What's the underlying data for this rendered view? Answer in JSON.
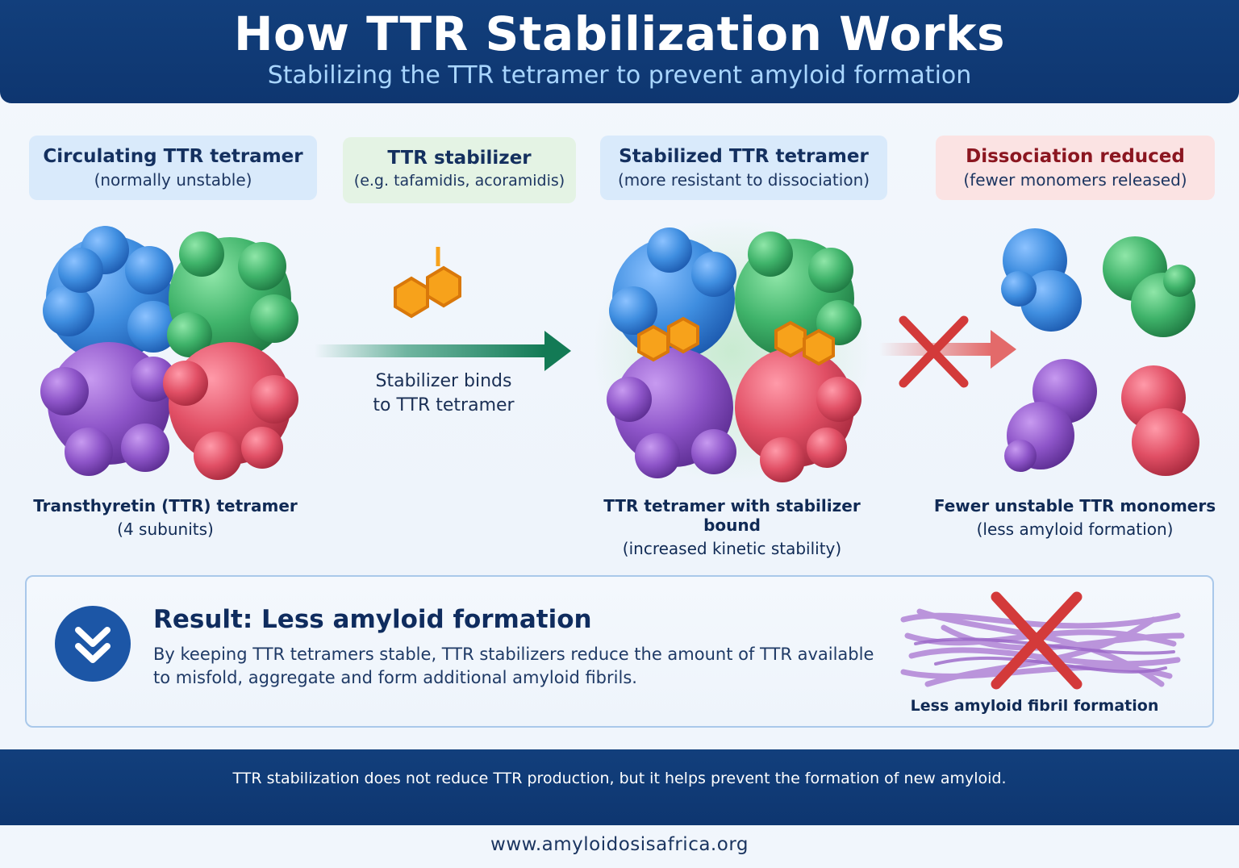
{
  "header": {
    "title": "How TTR Stabilization Works",
    "subtitle": "Stabilizing the TTR tetramer to prevent amyloid formation"
  },
  "steps": [
    {
      "heading": "Circulating TTR tetramer",
      "sub": "(normally unstable)"
    },
    {
      "heading": "TTR stabilizer",
      "sub": "(e.g. tafamidis, acoramidis)"
    },
    {
      "heading": "Stabilized TTR tetramer",
      "sub": "(more resistant to dissociation)"
    },
    {
      "heading": "Dissociation reduced",
      "sub": "(fewer monomers released)"
    }
  ],
  "arrow_label": {
    "line1": "Stabilizer binds",
    "line2": "to TTR tetramer"
  },
  "captions": [
    {
      "heading": "Transthyretin (TTR) tetramer",
      "sub": "(4 subunits)"
    },
    {
      "heading": "TTR tetramer with stabilizer bound",
      "sub": "(increased kinetic stability)"
    },
    {
      "heading": "Fewer unstable TTR monomers",
      "sub": "(less amyloid formation)"
    }
  ],
  "result": {
    "title": "Result: Less amyloid formation",
    "body": "By keeping TTR tetramers stable, TTR stabilizers reduce the amount of TTR available to misfold, aggregate and form additional amyloid fibrils.",
    "fibril_caption": "Less amyloid fibril formation",
    "icon": "double-chevron-down-icon"
  },
  "footer": {
    "note": "TTR stabilization does not reduce TTR production, but it helps prevent the formation of new amyloid.",
    "website": "www.amyloidosisafrica.org"
  },
  "colors": {
    "navy": "#0e3670",
    "subunit_blue": "#3f8ee0",
    "subunit_green": "#3fb36a",
    "subunit_purple": "#8e55c9",
    "subunit_red": "#e14f65",
    "stabilizer_orange": "#f7a21b",
    "cross_red": "#d33a3a",
    "arrow_green": "#1a8a63",
    "fibril_purple": "#b58ad8"
  }
}
